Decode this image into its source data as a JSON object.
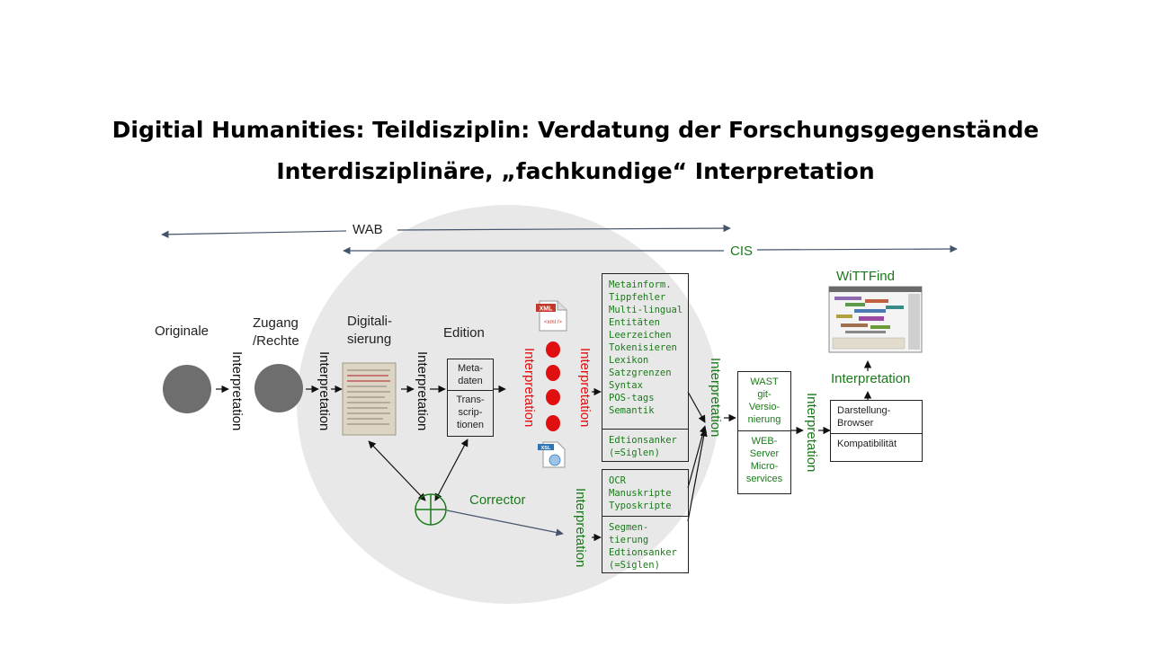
{
  "title_line1": "Digitial Humanities: Teildisziplin: Verdatung der Forschungsgegenstände",
  "title_line2": "Interdisziplinäre, „fachkundige“ Interpretation",
  "wab": "WAB",
  "cis": "CIS",
  "originale": "Originale",
  "zugang": [
    "Zugang",
    "/Rechte"
  ],
  "digitalisierung": [
    "Digitali-",
    "sierung"
  ],
  "edition": "Edition",
  "interpretation": "Interpretation",
  "edition_box": {
    "top": [
      "Meta-",
      "daten"
    ],
    "bottom": [
      "Trans-",
      "scrip-",
      "tionen"
    ]
  },
  "xml_label": "XML",
  "xml_tag": "<xml />",
  "xsl_label": "XSL",
  "meta_box": {
    "items": [
      "Metainform.",
      "Tippfehler",
      "Multi-lingual",
      "Entitäten",
      "Leerzeichen",
      "Tokenisieren",
      "Lexikon",
      "Satzgrenzen",
      "Syntax",
      "POS-tags",
      "Semantik"
    ],
    "bottom": [
      "Edtionsanker",
      "(=Siglen)"
    ]
  },
  "ocr_box": {
    "top": [
      "OCR",
      "Manuskripte",
      "Typoskripte"
    ],
    "bottom": [
      "Segmen-",
      "tierung",
      "Edtionsanker",
      "(=Siglen)"
    ]
  },
  "corrector": "Corrector",
  "wast_box": {
    "top": [
      "WAST",
      "git-",
      "Versio-",
      "nierung"
    ],
    "bottom": [
      "WEB-",
      "Server",
      "Micro-",
      "services"
    ]
  },
  "wittfind": "WiTTFind",
  "darstellung_box": {
    "top": [
      "Darstellung-",
      "Browser"
    ],
    "bottom": [
      "Kompatibilität"
    ]
  },
  "colors": {
    "green": "#1a7a1a",
    "red": "#e01010",
    "gray": "#6e6e6e",
    "arrow_blue": "#44546a",
    "ellipse": "#e8e8e8"
  }
}
